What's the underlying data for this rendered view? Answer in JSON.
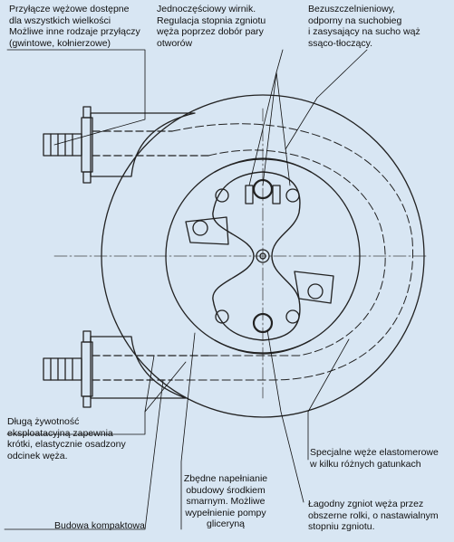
{
  "labels": {
    "connectors": "Przyłącze wężowe dostępne\ndla wszystkich wielkości\nMożliwe inne rodzaje przyłączy\n(gwintowe, kołnierzowe)",
    "rotor": "Jednoczęściowy wirnik.\nRegulacja stopnia zgniotu\nwęża poprzez dobór pary\notworów",
    "sealless": "Bezuszczelnieniowy,\nodporny na suchobieg\ni zasysający na sucho wąż\nssąco-tłoczący.",
    "long_life": "Długą żywotność\neksploatacyjną zapewnia\nkrótki, elastycznie osadzony\nodcinek węża.",
    "hoses": "Specjalne węże elastomerowe\nw kilku różnych gatunkach",
    "filling": "Zbędne napełnianie\nobudowy środkiem\nsmarnym. Możliwe\nwypełnienie pompy\ngliceryną",
    "compact": "Budowa kompaktowa",
    "gentle": "Łagodny zgniot węża przez\nobszerne rolki, o nastawialnym\nstopniu zgniotu."
  }
}
